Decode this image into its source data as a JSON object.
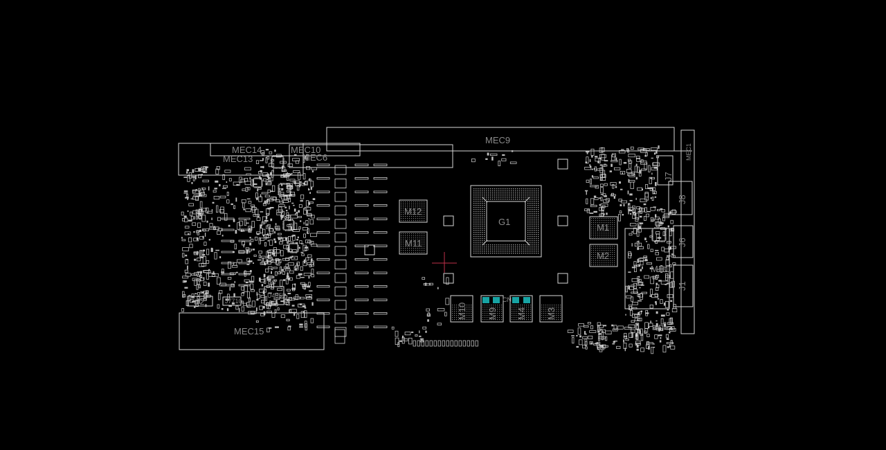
{
  "viewer": {
    "background": "#000000",
    "outline_color": "#d8d8d8",
    "label_color": "#8a8a8a",
    "highlight_color": "#17a3a3",
    "cursor_color": "#c0304a"
  },
  "board": {
    "labels": {
      "mec9": "MEC9",
      "mec14": "MEC14",
      "mec10": "MEC10",
      "mec13": "MEC13",
      "mec6": "MEC6",
      "mec15": "MEC15",
      "mec_right": "MEC",
      "mec_top_right": "MEC1",
      "g1": "G1",
      "m1": "M1",
      "m2": "M2",
      "m3": "M3",
      "m4": "M4",
      "m9": "M9",
      "m10": "M10",
      "m11": "M11",
      "m12": "M12",
      "j1": "J1",
      "j2": "J2",
      "j6": "J6",
      "j7": "J7",
      "j8": "J8",
      "u4053": "U4053",
      "j7710": "J7710",
      "cn": "CN"
    }
  }
}
